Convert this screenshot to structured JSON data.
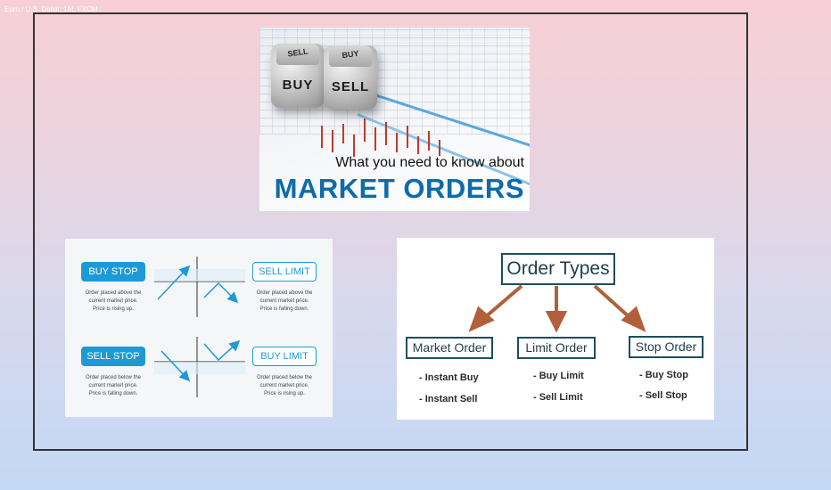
{
  "caption": "Euro / U.S. Dollar, 1M, FXCM",
  "banner": {
    "die_left": "BUY",
    "die_left_top": "SELL",
    "die_right": "SELL",
    "die_right_top": "BUY",
    "subtitle": "What you need to know about",
    "title": "MARKET ORDERS"
  },
  "stops_card": {
    "buy_stop": {
      "label": "BUY STOP",
      "desc_lines": [
        "Order placed above the",
        "current market price.",
        "Price is rising up."
      ]
    },
    "sell_limit": {
      "label": "SELL LIMIT",
      "desc_lines": [
        "Order placed above the",
        "current market price.",
        "Price is falling down."
      ]
    },
    "sell_stop": {
      "label": "SELL STOP",
      "desc_lines": [
        "Order placed below the",
        "current market price.",
        "Price is falling down."
      ]
    },
    "buy_limit": {
      "label": "BUY LIMIT",
      "desc_lines": [
        "Order placed below the",
        "current market price.",
        "Price is rising up."
      ]
    }
  },
  "order_types": {
    "title": "Order Types",
    "columns": [
      {
        "heading": "Market Order",
        "items": [
          "- Instant Buy",
          "- Instant Sell"
        ]
      },
      {
        "heading": "Limit Order",
        "items": [
          "- Buy Limit",
          "- Sell Limit"
        ]
      },
      {
        "heading": "Stop Order",
        "items": [
          "- Buy Stop",
          "- Sell Stop"
        ]
      }
    ]
  },
  "colors": {
    "accent_blue": "#1d9ad6",
    "banner_title": "#0d6bab",
    "arrow_brown": "#b35f3a",
    "box_border": "#1f4d5e"
  }
}
